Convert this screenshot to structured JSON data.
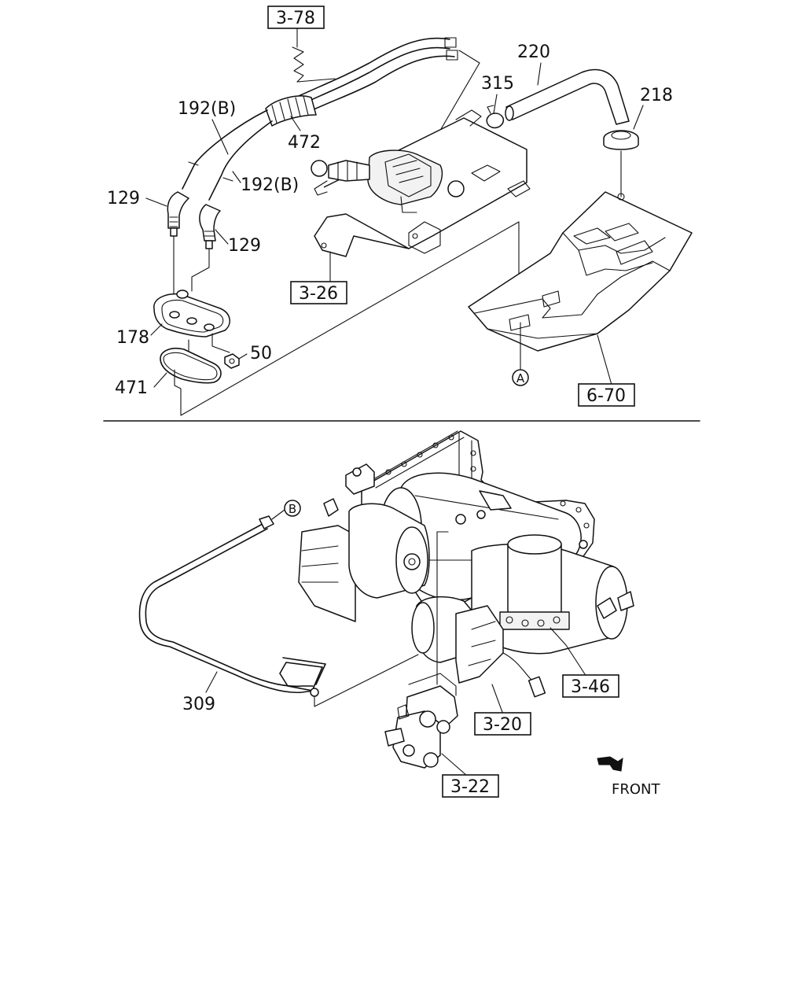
{
  "callouts": {
    "c220": "220",
    "c315": "315",
    "c218": "218",
    "c192b_upper": "192(B)",
    "c192b_lower": "192(B)",
    "c472": "472",
    "c129_left": "129",
    "c129_right": "129",
    "c178": "178",
    "c50": "50",
    "c471": "471",
    "c309": "309"
  },
  "references": {
    "r3_78": "3-78",
    "r3_26": "3-26",
    "r6_70": "6-70",
    "r3_46": "3-46",
    "r3_20": "3-20",
    "r3_22": "3-22"
  },
  "markers": {
    "a": "A",
    "b": "B"
  },
  "orientation": {
    "front_label": "FRONT",
    "front_icon": "front-arrow-icon"
  }
}
